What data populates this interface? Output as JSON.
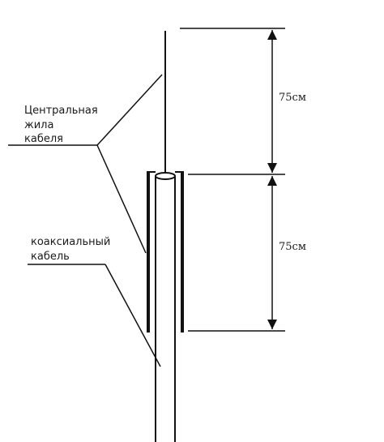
{
  "labels": {
    "central_core_line1": "Центральная",
    "central_core_line2": "жила",
    "central_core_line3": "кабеля",
    "coax_line1": "коаксиальный",
    "coax_line2": "кабель"
  },
  "dimensions": {
    "upper": "75см",
    "lower": "75см"
  },
  "colors": {
    "line": "#111111",
    "background": "#ffffff"
  }
}
